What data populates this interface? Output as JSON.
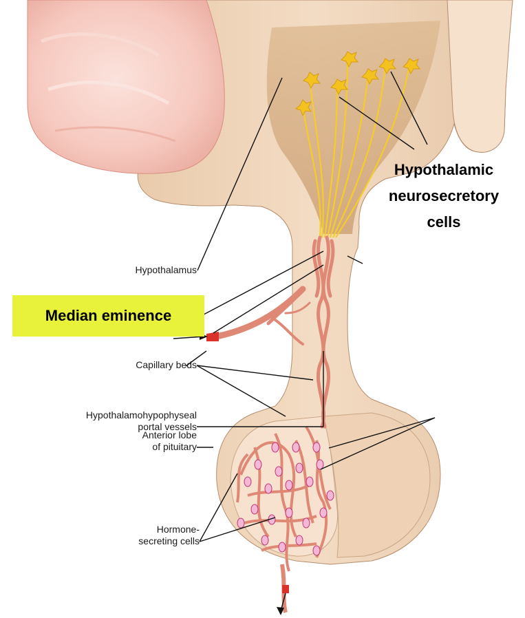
{
  "labels": {
    "hypothalamus": "Hypothalamus",
    "capillary_beds": "Capillary beds",
    "portal_vessels_line1": "Hypothalamohypophyseal",
    "portal_vessels_line2": "portal vessels",
    "anterior_lobe_line1": "Anterior lobe",
    "anterior_lobe_line2": "of pituitary",
    "hormone_cells_line1": "Hormone-",
    "hormone_cells_line2": "secreting cells",
    "neurosecretory_line1": "Hypothalamic",
    "neurosecretory_line2": "neurosecretory",
    "neurosecretory_line3": "cells",
    "median_eminence": "Median eminence"
  },
  "colors": {
    "highlight": "#e8f23a",
    "tissue": "#f0d6bb",
    "brain_pink": "#f5c4bb",
    "vessel": "#e28a7a",
    "axon": "#f4cd2a",
    "cell_nucleus": "#c0397a"
  }
}
